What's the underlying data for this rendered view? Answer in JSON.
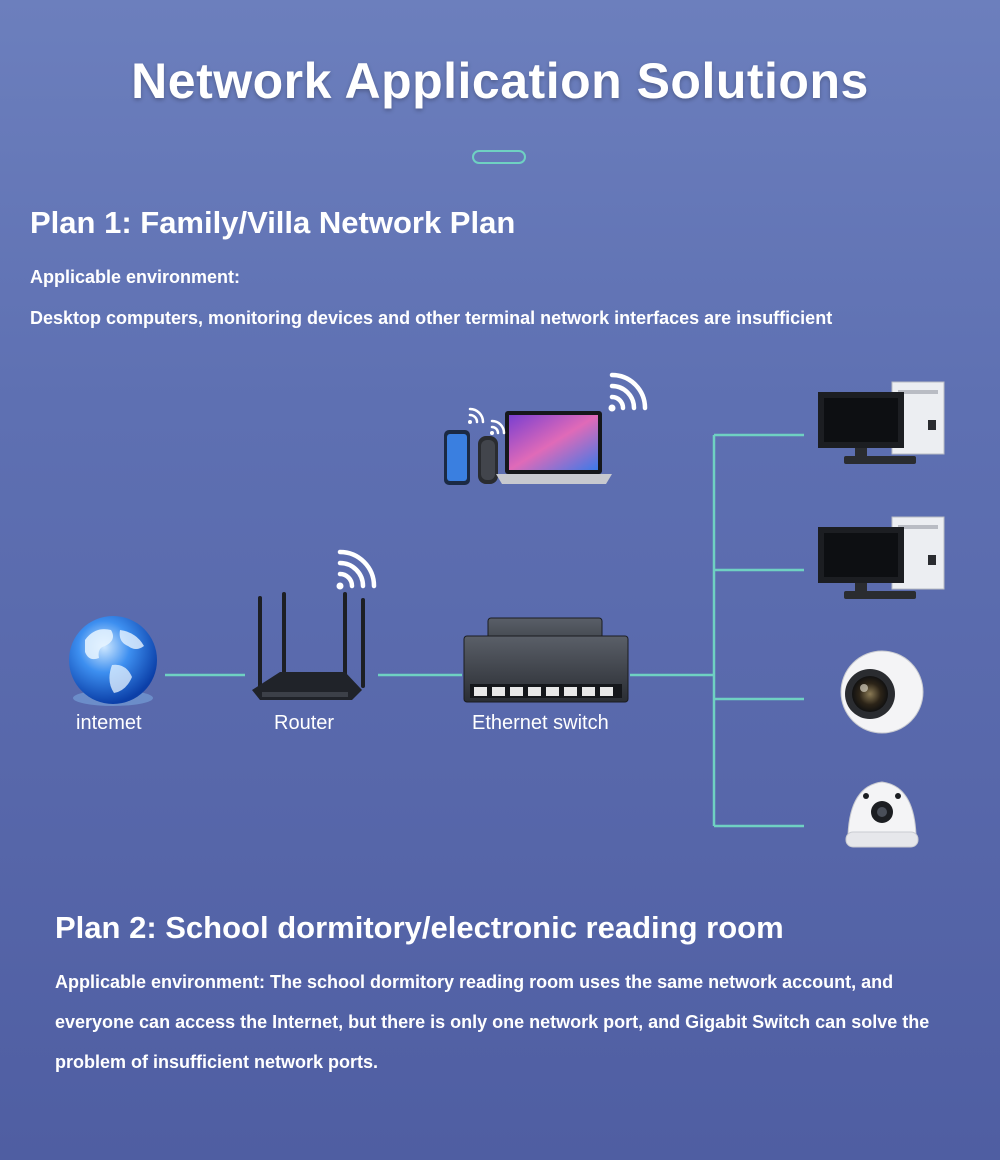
{
  "title": "Network Application Solutions",
  "plan1": {
    "heading": "Plan 1: Family/Villa Network Plan",
    "env_label": "Applicable environment:",
    "env_text": "Desktop computers, monitoring devices and other terminal network interfaces are insufficient"
  },
  "diagram": {
    "nodes": [
      {
        "id": "internet",
        "label": "intemet",
        "icon": "globe-icon"
      },
      {
        "id": "router",
        "label": "Router",
        "icon": "router-icon"
      },
      {
        "id": "switch",
        "label": "Ethernet switch",
        "icon": "switch-icon"
      }
    ],
    "wireless_devices": [
      "phone-icon",
      "smart-speaker-icon",
      "laptop-icon"
    ],
    "endpoints": [
      "desktop-computer-icon",
      "desktop-computer-icon",
      "panoramic-camera-icon",
      "dome-camera-icon"
    ],
    "line_color": "#6fd1c2"
  },
  "plan2": {
    "heading": "Plan 2: School dormitory/electronic reading room",
    "text": "Applicable environment: The school dormitory reading room uses the same network account, and everyone can access the Internet, but there is only one network port, and Gigabit Switch can solve the problem of insufficient network ports."
  }
}
